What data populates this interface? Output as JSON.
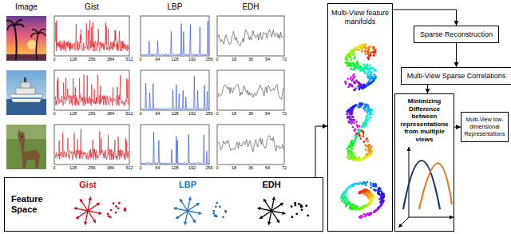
{
  "diagram": {
    "nodes": [
      {
        "text": [
          "Feature Space"
        ]
      },
      {
        "text": [
          "Multi-View feature manifolds"
        ]
      },
      {
        "text": [
          "Sparse Reconstruction"
        ]
      },
      {
        "text": [
          "Multi-View Sparse Correlations"
        ]
      },
      {
        "text": [
          "Minimizing Difference between representations from multiple views"
        ]
      },
      {
        "text": [
          "Multi-View low-dimensional Representations"
        ]
      }
    ],
    "edges": [
      {
        "from": 0,
        "to": 1,
        "arrow": "to"
      },
      {
        "from": 1,
        "to": 2,
        "arrow": "to"
      },
      {
        "from": 2,
        "to": 3,
        "arrow": "to"
      },
      {
        "from": 3,
        "to": 4,
        "arrow": "to"
      },
      {
        "from": 4,
        "to": 5,
        "arrow": "to"
      }
    ],
    "labels": [
      "Image",
      "Gist",
      "LBP",
      "EDH",
      "0",
      "128",
      "256",
      "384",
      "512",
      "0",
      "64",
      "128",
      "192",
      "256",
      "0",
      "18",
      "36",
      "54",
      "72",
      "0",
      "128",
      "256",
      "384",
      "512",
      "0",
      "64",
      "128",
      "192",
      "256",
      "0",
      "18",
      "36",
      "54",
      "72",
      "0",
      "128",
      "256",
      "384",
      "512",
      "0",
      "64",
      "128",
      "192",
      "256",
      "0",
      "18",
      "36",
      "54",
      "72",
      "Gist",
      "LBP",
      "EDH"
    ]
  }
}
